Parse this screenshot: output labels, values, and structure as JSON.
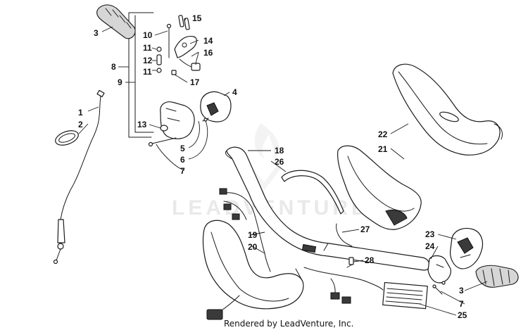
{
  "watermark": "LEADVENTURE",
  "footer": "Rendered by LeadVenture, Inc.",
  "callouts": {
    "c1": "1",
    "c2": "2",
    "c3a": "3",
    "c3b": "3",
    "c4": "4",
    "c5": "5",
    "c6": "6",
    "c7a": "7",
    "c7b": "7",
    "c8": "8",
    "c9": "9",
    "c10": "10",
    "c11a": "11",
    "c11b": "11",
    "c12": "12",
    "c13": "13",
    "c14": "14",
    "c15": "15",
    "c16": "16",
    "c17": "17",
    "c18": "18",
    "c19": "19",
    "c20": "20",
    "c21": "21",
    "c22": "22",
    "c23": "23",
    "c24": "24",
    "c25": "25",
    "c26": "26",
    "c27": "27",
    "c28": "28"
  }
}
